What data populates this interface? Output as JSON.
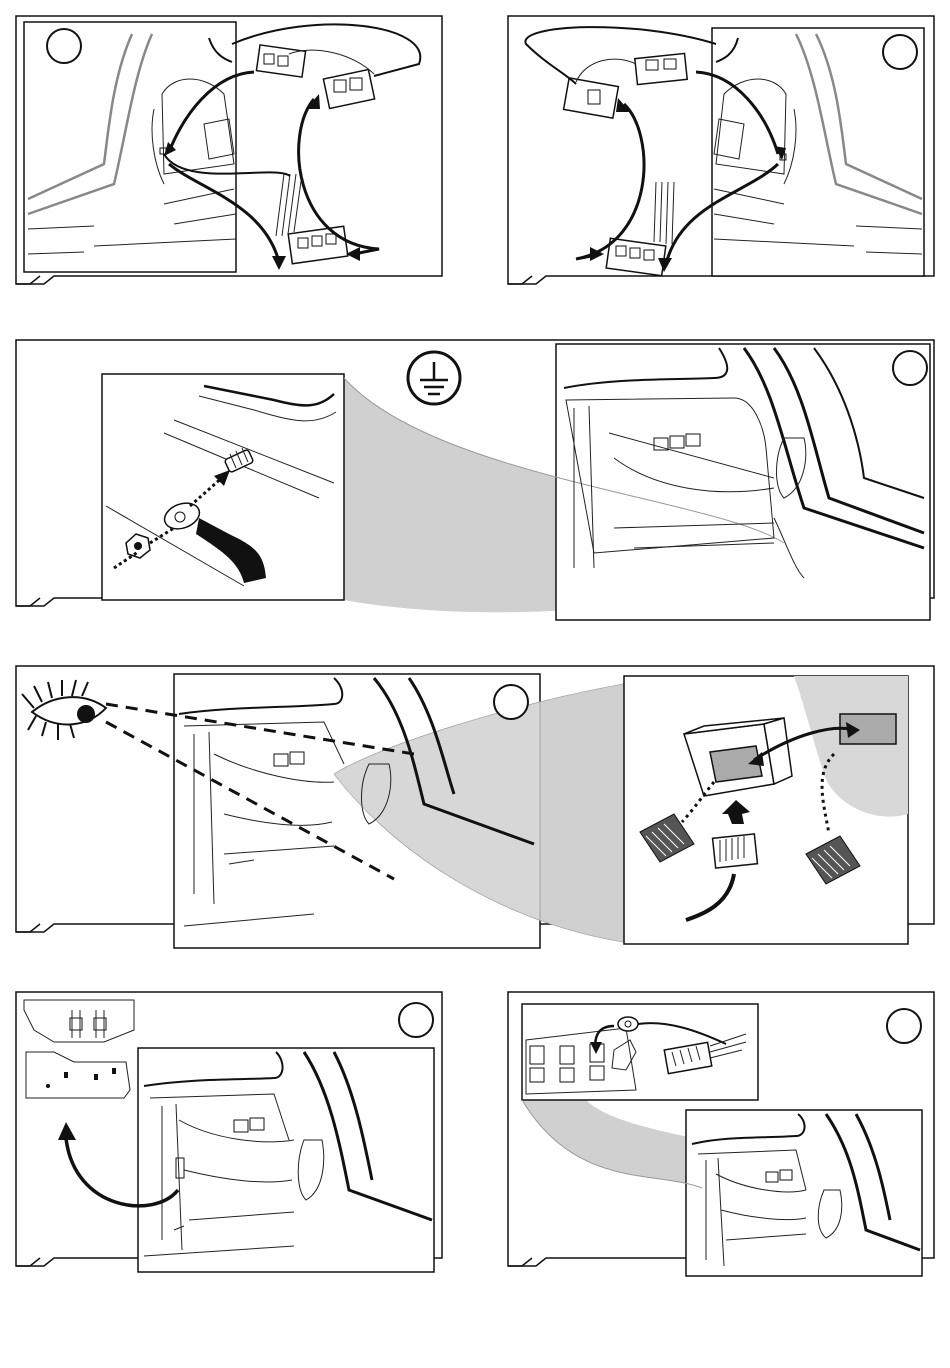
{
  "page": {
    "type": "installation-instruction-sheet"
  },
  "steps": [
    {
      "id": "step-1",
      "number": "",
      "content": "connector-swap-left"
    },
    {
      "id": "step-2",
      "number": "",
      "content": "connector-swap-right"
    },
    {
      "id": "step-3",
      "number": "",
      "content": "ground-connection"
    },
    {
      "id": "step-4",
      "number": "",
      "content": "inspect-connector-box"
    },
    {
      "id": "step-5",
      "number": "",
      "content": "remove-bracket"
    },
    {
      "id": "step-6",
      "number": "",
      "content": "attach-ground-and-connector"
    }
  ],
  "icons": {
    "ground": "ground-symbol-icon",
    "eye": "eye-icon"
  },
  "colors": {
    "line": "#111111",
    "shade": "#d0d0d0",
    "paper": "#ffffff"
  }
}
